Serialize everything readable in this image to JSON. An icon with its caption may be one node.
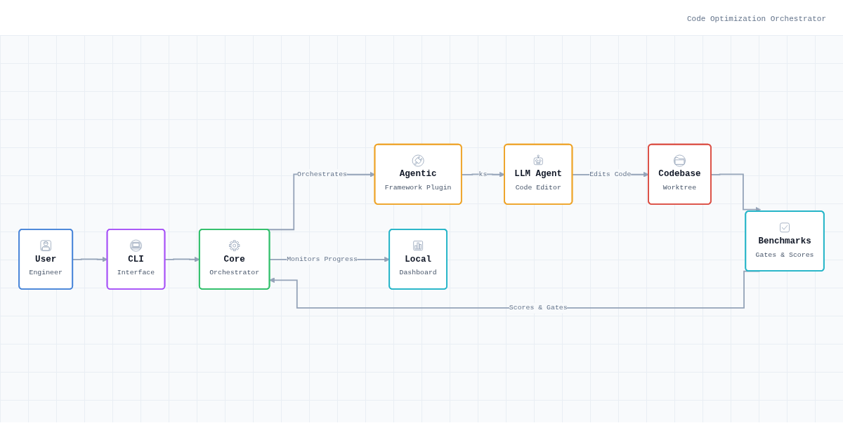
{
  "diagram": {
    "nodes": [
      {
        "text": [
          "User",
          "Engineer"
        ]
      },
      {
        "text": [
          "CLI",
          "Interface"
        ]
      },
      {
        "text": [
          "Core",
          "Orchestrator"
        ]
      },
      {
        "text": [
          "Agentic",
          "Framework Plugin"
        ]
      },
      {
        "text": [
          "LLM Agent",
          "Code Editor"
        ]
      },
      {
        "text": [
          "Local",
          "Dashboard"
        ]
      },
      {
        "text": [
          "Codebase",
          "Worktree"
        ]
      },
      {
        "text": [
          "Benchmarks",
          "Gates & Scores"
        ]
      }
    ],
    "edges": [
      {
        "from": 0,
        "to": 1,
        "arrow": "to"
      },
      {
        "from": 1,
        "to": 2,
        "arrow": "to"
      },
      {
        "from": 2,
        "to": 3,
        "arrow": "to",
        "label": "Orchestrates"
      },
      {
        "from": 3,
        "to": 4,
        "arrow": "to",
        "label": "ks"
      },
      {
        "from": 4,
        "to": 6,
        "arrow": "to",
        "label": "Edits Code"
      },
      {
        "from": 6,
        "to": 7,
        "arrow": "to"
      },
      {
        "from": 7,
        "to": 2,
        "arrow": "to",
        "label": "Scores & Gates"
      },
      {
        "from": 2,
        "to": 5,
        "arrow": "to",
        "label": "Monitors Progress"
      }
    ],
    "labels": [
      "Code Optimization Orchestrator"
    ]
  }
}
